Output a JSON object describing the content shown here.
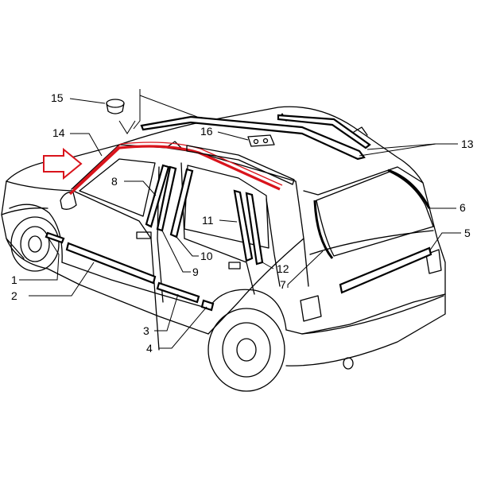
{
  "diagram": {
    "labels": {
      "l1": "1",
      "l2": "2",
      "l3": "3",
      "l4": "4",
      "l5": "5",
      "l6": "6",
      "l7": "7",
      "l8": "8",
      "l9": "9",
      "l10": "10",
      "l11": "11",
      "l12": "12",
      "l13": "13",
      "l14": "14",
      "l15": "15",
      "l16": "16"
    },
    "colors": {
      "highlight": "#d9141c",
      "line": "#000000",
      "background": "#ffffff"
    }
  }
}
